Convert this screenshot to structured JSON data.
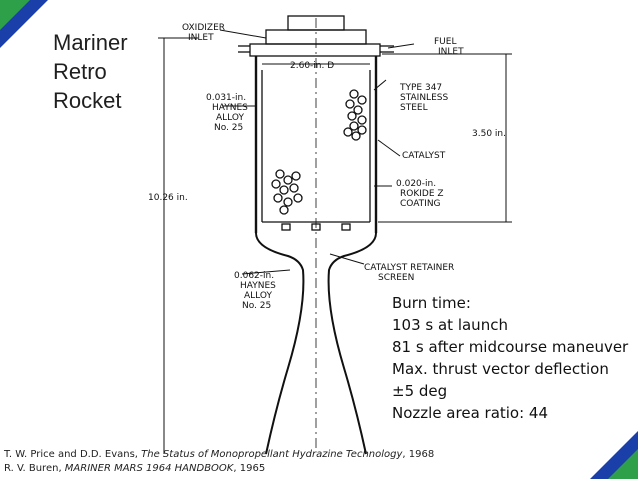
{
  "title": {
    "lines": [
      "Mariner",
      "Retro",
      "Rocket"
    ]
  },
  "diagram": {
    "labels": {
      "oxidizer_1": "OXIDIZER",
      "oxidizer_2": "INLET",
      "fuel_1": "FUEL",
      "fuel_2": "INLET",
      "diameter": "2.60-in. D",
      "haynes_top_1": "0.031-in.",
      "haynes_top_2": "HAYNES",
      "haynes_top_3": "ALLOY",
      "haynes_top_4": "No. 25",
      "steel_1": "TYPE 347",
      "steel_2": "STAINLESS",
      "steel_3": "STEEL",
      "height_chamber": "3.50 in.",
      "height_total": "10.26 in.",
      "catalyst": "CATALYST",
      "rokide_1": "0.020-in.",
      "rokide_2": "ROKIDE Z",
      "rokide_3": "COATING",
      "haynes_bot_1": "0.062-in.",
      "haynes_bot_2": "HAYNES",
      "haynes_bot_3": "ALLOY",
      "haynes_bot_4": "No. 25",
      "retainer_1": "CATALYST RETAINER",
      "retainer_2": "SCREEN"
    }
  },
  "info": {
    "lines": [
      "Burn time:",
      " 103 s at launch",
      " 81 s after midcourse maneuver",
      "Max. thrust vector deflection",
      " ±5 deg",
      "Nozzle area ratio: 44"
    ]
  },
  "references": {
    "ref1_authors": "T. W. Price and D.D. Evans, ",
    "ref1_title": "The Status of Monopropellant Hydrazine Technology",
    "ref1_year": ", 1968",
    "ref2_authors": "R. V. Buren, ",
    "ref2_title": "MARINER MARS 1964 HANDBOOK",
    "ref2_year": ", 1965"
  },
  "colors": {
    "accent_blue": "#1a3fa8",
    "accent_green": "#2ea04a"
  }
}
